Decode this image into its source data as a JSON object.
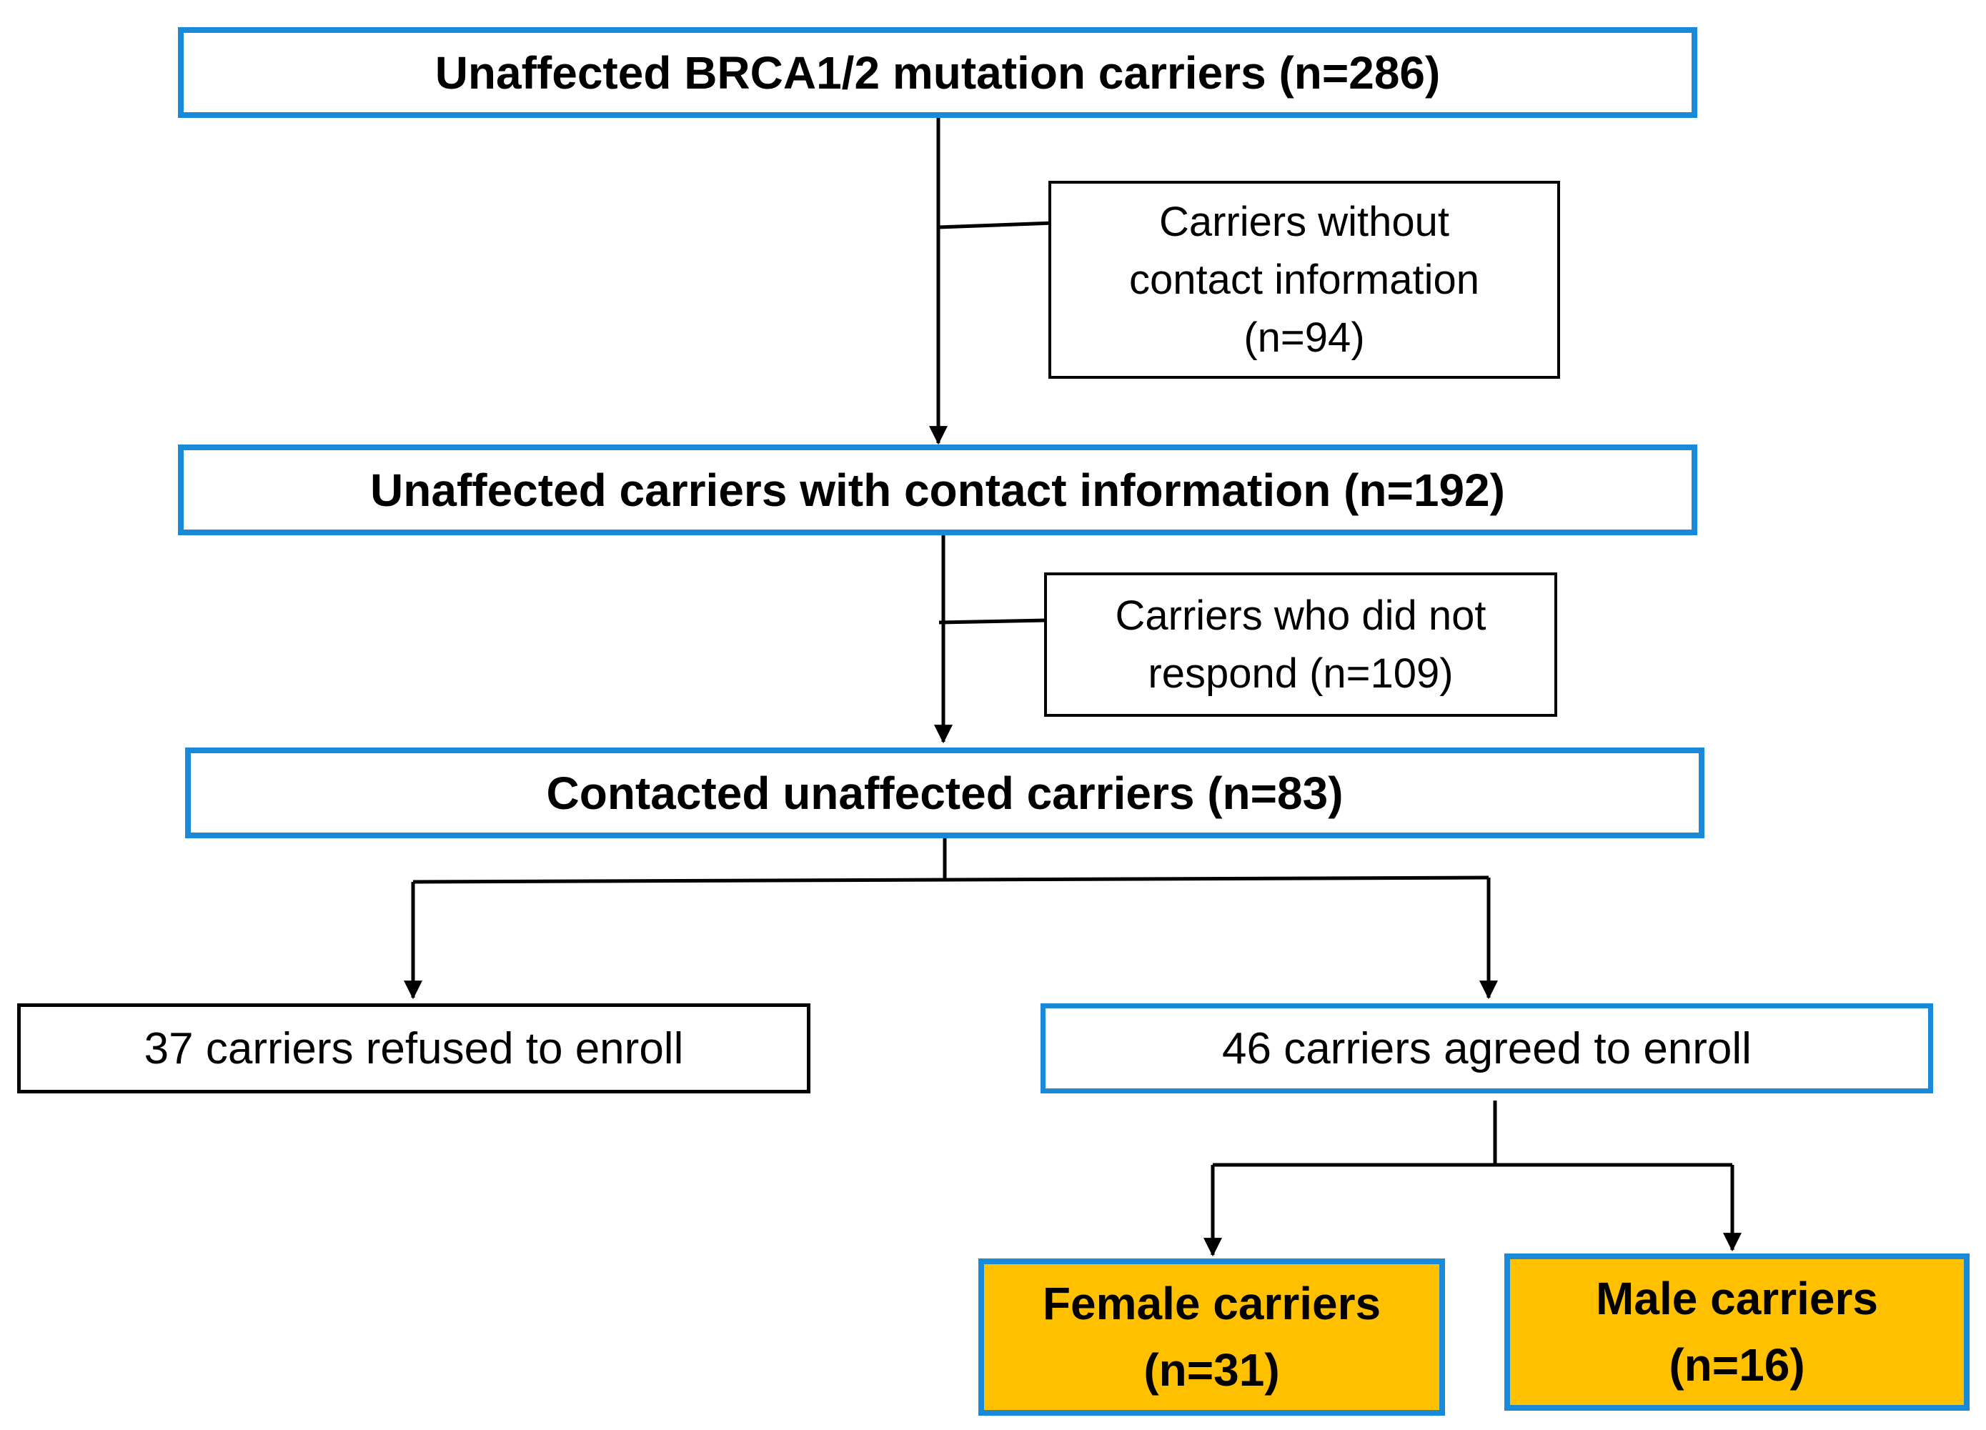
{
  "nodes": {
    "total": {
      "text": "Unaffected BRCA1/2 mutation carriers (n=286)"
    },
    "no_contact": {
      "line1": "Carriers without",
      "line2": "contact information",
      "line3": "(n=94)"
    },
    "with_contact": {
      "text": "Unaffected carriers with contact information (n=192)"
    },
    "no_respond": {
      "line1": "Carriers who did not",
      "line2": "respond (n=109)"
    },
    "contacted": {
      "text": "Contacted unaffected carriers (n=83)"
    },
    "refused": {
      "text": "37 carriers refused to enroll"
    },
    "agreed": {
      "text": "46 carriers agreed to enroll"
    },
    "female": {
      "line1": "Female carriers",
      "line2": "(n=31)"
    },
    "male": {
      "line1": "Male carriers",
      "line2": "(n=16)"
    }
  },
  "edges": [
    {
      "from": "total",
      "to": "with_contact",
      "type": "arrow"
    },
    {
      "from": "total",
      "to": "no_contact",
      "type": "branch-exclusion"
    },
    {
      "from": "with_contact",
      "to": "contacted",
      "type": "arrow"
    },
    {
      "from": "with_contact",
      "to": "no_respond",
      "type": "branch-exclusion"
    },
    {
      "from": "contacted",
      "to": "refused",
      "type": "arrow"
    },
    {
      "from": "contacted",
      "to": "agreed",
      "type": "arrow"
    },
    {
      "from": "agreed",
      "to": "female",
      "type": "arrow"
    },
    {
      "from": "agreed",
      "to": "male",
      "type": "arrow"
    }
  ],
  "colors": {
    "primary_border": "#1a8ad8",
    "outcome_fill": "#ffc000",
    "line": "#000000"
  }
}
